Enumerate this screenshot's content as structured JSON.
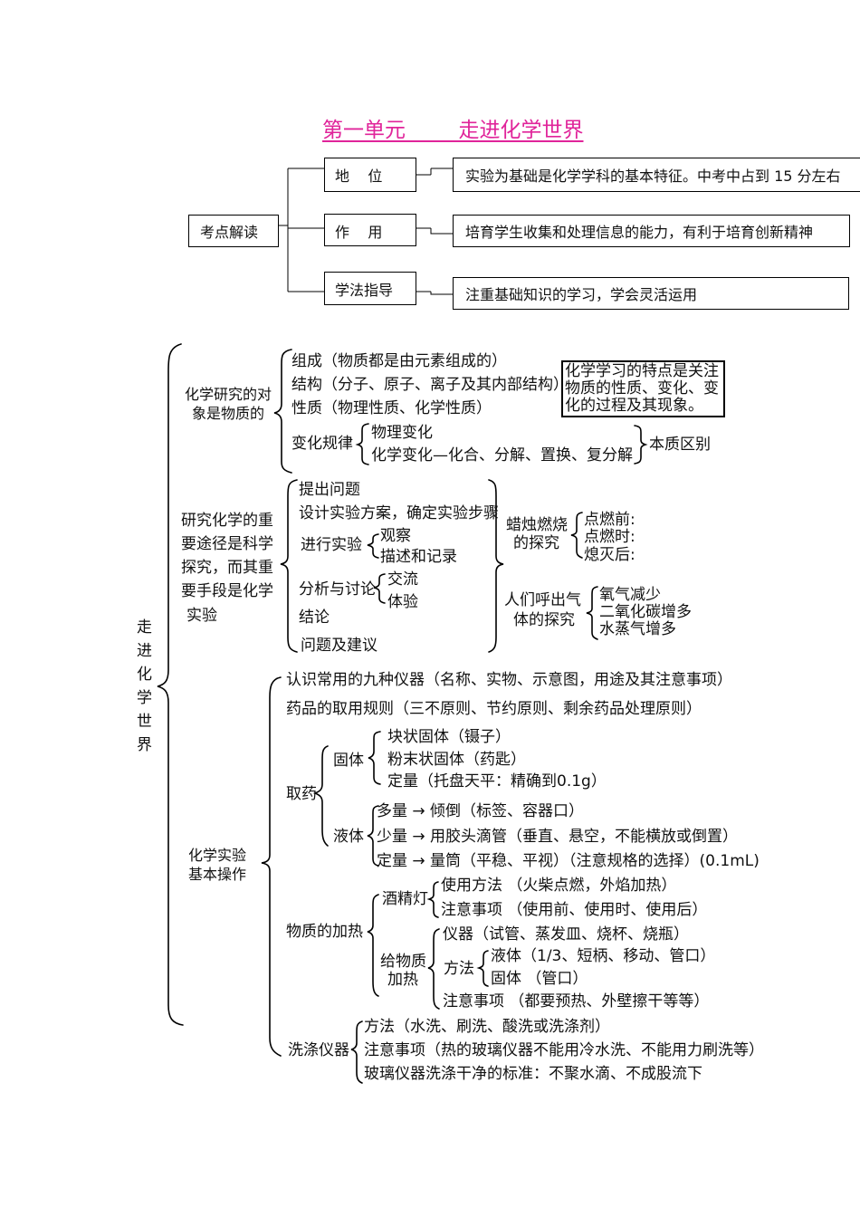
{
  "title": "第一单元        走进化学世界",
  "overview": {
    "root": "考点解读",
    "items": [
      {
        "label": "地    位",
        "desc": "实验为基础是化学学科的基本特征。中考中占到 15 分左右"
      },
      {
        "label": "作    用",
        "desc": "培育学生收集和处理信息的能力，有利于培育创新精神"
      },
      {
        "label": "学法指导",
        "desc": "注重基础知识的学习，学会灵活运用"
      }
    ]
  },
  "map": {
    "root": [
      "走",
      "进",
      "化",
      "学",
      "世",
      "界"
    ],
    "sec1": {
      "head": [
        "化学研究的对",
        "象是物质的"
      ],
      "items": [
        "组成（物质都是由元素组成的）",
        "结构（分子、原子、离子及其内部结构）",
        "性质（物理性质、化学性质）"
      ],
      "change_label": "变化规律",
      "changes": [
        "物理变化",
        "化学变化—化合、分解、置换、复分解"
      ],
      "diff": "本质区别",
      "note": [
        "化学学习的特点是关注",
        "物质的性质、变化、变",
        "化的过程及其现象。"
      ]
    },
    "sec2": {
      "head": [
        "研究化学的重",
        "要途径是科学",
        "探究，而其重",
        "要手段是化学",
        "实验"
      ],
      "steps": {
        "s1": "提出问题",
        "s2": "设计实验方案，确定实验步骤",
        "s3": "进行实验",
        "s3a": "观察",
        "s3b": "描述和记录",
        "s4": "分析与讨论",
        "s4a": "交流",
        "s4b": "体验",
        "s5": "结论",
        "s6": "问题及建议"
      },
      "candle": {
        "head": [
          "蜡烛燃烧",
          "的探究"
        ],
        "items": [
          "点燃前:",
          "点燃时:",
          "熄灭后:"
        ]
      },
      "breath": {
        "head": [
          "人们呼出气",
          "体的探究"
        ],
        "items": [
          "氧气减少",
          "二氧化碳增多",
          "水蒸气增多"
        ]
      }
    },
    "sec3": {
      "head": [
        "化学实验",
        "基本操作"
      ],
      "l1": "认识常用的九种仪器（名称、实物、示意图，用途及其注意事项）",
      "l2": "药品的取用规则（三不原则、节约原则、剩余药品处理原则）",
      "take": "取药",
      "solid": "固体",
      "solid_items": [
        "块状固体（镊子）",
        "粉末状固体（药匙）",
        "定量（托盘天平：精确到0.1g）"
      ],
      "liquid": "液体",
      "liquid_items": [
        "多量 → 倾倒（标签、容器口）",
        "少量 → 用胶头滴管（垂直、悬空，不能横放或倒置）",
        "定量 → 量筒（平稳、平视）（注意规格的选择）(0.1mL)"
      ],
      "heat": "物质的加热",
      "lamp": "酒精灯",
      "lamp_items": [
        "使用方法 （火柴点燃，外焰加热）",
        "注意事项 （使用前、使用时、使用后）"
      ],
      "heat_obj": [
        "给物质",
        "加热"
      ],
      "instr": "仪器（试管、蒸发皿、烧杯、烧瓶）",
      "method": "方法",
      "method_items": [
        "液体（1/3、短柄、移动、管口）",
        "固体 （管口）"
      ],
      "caution": "注意事项 （都要预热、外壁擦干等等）",
      "wash": "洗涤仪器",
      "wash_items": [
        "方法（水洗、刷洗、酸洗或洗涤剂）",
        "注意事项（热的玻璃仪器不能用冷水洗、不能用力刷洗等）",
        "玻璃仪器洗涤干净的标准：不聚水滴、不成股流下"
      ]
    }
  }
}
